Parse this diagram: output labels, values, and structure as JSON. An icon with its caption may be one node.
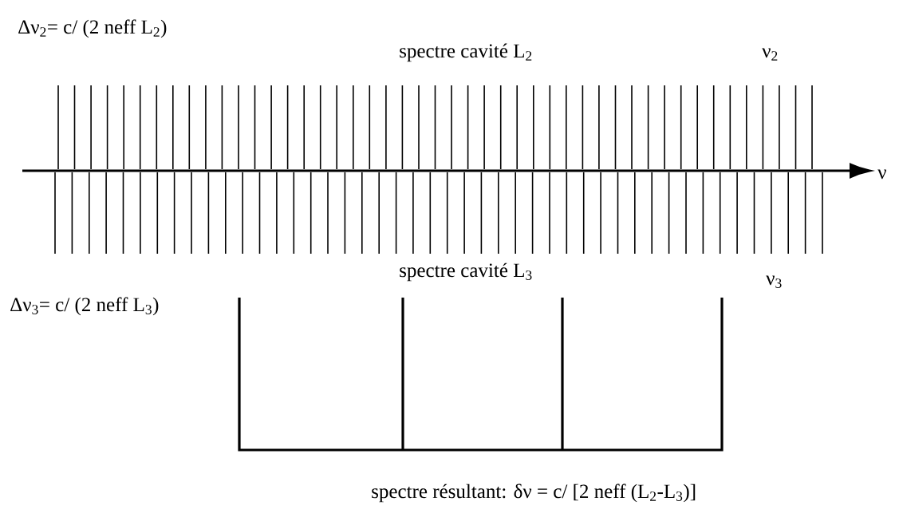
{
  "diagram": {
    "labels": [
      "Δν$_{2}$= c/ (2 neff L$_{2}$)",
      "spectre cavité L$_{2}$",
      "ν$_{2}$",
      "ν",
      "spectre cavité L$_{3}$",
      "ν$_{3}$",
      "Δν$_{3}$= c/ (2 neff L$_{3}$)",
      "spectre résultant:  δν = c/ [2 neff (L$_{2}$-L$_{3}$)]"
    ]
  }
}
